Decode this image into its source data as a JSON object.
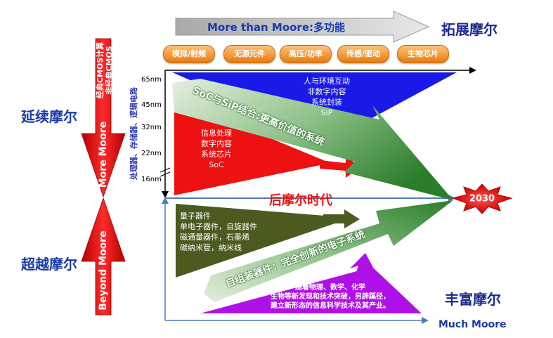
{
  "header": {
    "more_than_moore": "More than Moore:多功能",
    "tuozhan": "拓展摩尔"
  },
  "pills": [
    "模拟/射频",
    "无源元件",
    "高压/功率",
    "传感/驱动",
    "生物芯片"
  ],
  "nodes": [
    "65nm",
    "45nm",
    "32nm",
    "22nm",
    "16nm"
  ],
  "left": {
    "yanxu": "延续摩尔",
    "chaoyue": "超越摩尔",
    "more_moore": "More Moore",
    "beyond_moore": "Beyond Moore",
    "cmos_1": "经典CMOS计算",
    "cmos_2": "非经典CMOS",
    "axis_label": "处理器、存储器、逻辑电路"
  },
  "blue_triangle": {
    "lines": [
      "人与环境互动",
      "非数字内容",
      "系统封装",
      "SiP"
    ]
  },
  "red_triangle": {
    "lines": [
      "信息处理",
      "数字内容",
      "系统芯片",
      "SoC"
    ]
  },
  "soc_sip": "SoC与SiP结合:更高价值的系统",
  "post_moore": "后摩尔时代",
  "year": "2030",
  "olive_triangle": {
    "lines": [
      "量子器件",
      "单电子器件，自旋器件",
      "磁通量器件，石墨烯",
      "碳纳米管，纳米线"
    ]
  },
  "self_assembly": "自组装器件：完全创新的电子系统",
  "purple_triangle": {
    "lines": [
      "随着物理、数学、化学",
      "生物等新发现和技术突破，另辟蹊径，",
      "建立新形态的信息科学技术及其产业。"
    ]
  },
  "fengfu": "丰富摩尔",
  "much_moore": "Much Moore",
  "colors": {
    "blue": "#1a1ae8",
    "red": "#ee1111",
    "green": "#2f8f2f",
    "olive": "#4b5a1e",
    "purple": "#b010e8",
    "orange": "#f08a1e",
    "title_blue": "#1a3aa8"
  }
}
